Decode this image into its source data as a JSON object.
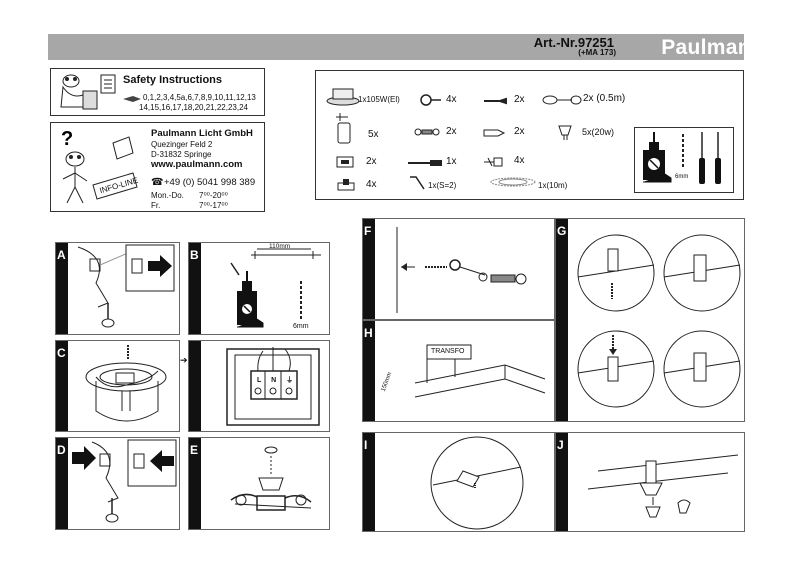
{
  "header": {
    "art_nr": "Art.-Nr.97251",
    "ma": "(+MA 173)",
    "brand": "Paulmann"
  },
  "safety": {
    "title": "Safety Instructions",
    "line1": "0,1,2,3,4,5a,6,7,8,9,10,11,12,13",
    "line2": "14,15,16,17,18,20,21,22,23,24"
  },
  "contact": {
    "company": "Paulmann Licht GmbH",
    "street": "Quezinger Feld 2",
    "city": "D-31832 Springe",
    "web": "www.paulmann.com",
    "phone": "+49 (0) 5041 998 389",
    "infoline": "INFO-LINE",
    "mon_label": "Mon.-Do.",
    "mon_hours": "7⁰⁰-20⁰⁰",
    "fr_label": "Fr.",
    "fr_hours": "7⁰⁰-17⁰⁰"
  },
  "parts": {
    "p1": "1x105W(El)",
    "p2": "4x",
    "p3": "2x",
    "p4": "2x (0.5m)",
    "p5": "5x",
    "p6": "2x",
    "p7": "2x",
    "p8": "5x(20w)",
    "p9": "2x",
    "p10": "1x",
    "p11": "4x",
    "p12": "4x",
    "p13": "1x(S=2)",
    "p14": "1x(10m)",
    "tool_label": "6mm"
  },
  "steps": {
    "a": "A",
    "b": "B",
    "c": "C",
    "d": "D",
    "e": "E",
    "f": "F",
    "g": "G",
    "h": "H",
    "i": "I",
    "j": "J",
    "b_dim": "110mm",
    "b_drill": "6mm",
    "h_transfo": "TRANSFO",
    "h_dist": "150mm",
    "c_terminals": "L N ⏚"
  }
}
